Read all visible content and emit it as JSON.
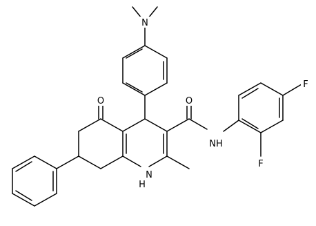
{
  "molecule": {
    "atoms": {
      "N": "N",
      "O": "O",
      "NH_amide": "NH",
      "NH_ring": "H",
      "NH_ring_n": "N",
      "F_para": "F",
      "F_ortho": "F"
    }
  },
  "colors": {
    "bond": "#000000",
    "background": "#ffffff"
  }
}
